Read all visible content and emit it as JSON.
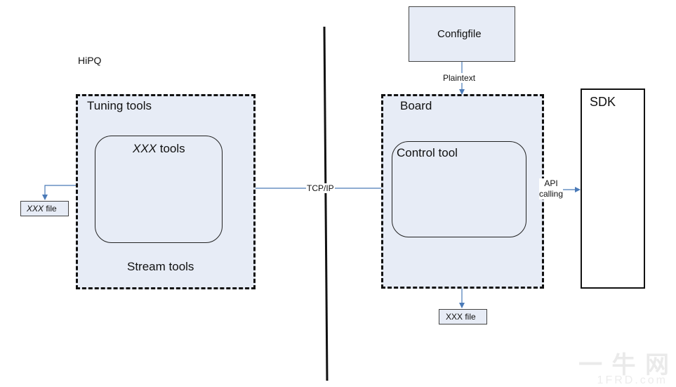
{
  "left_side": {
    "hipq_label": "HiPQ",
    "tuning_box": {
      "title": "Tuning tools",
      "inner_title_italic": "XXX",
      "inner_title_rest": " tools",
      "footer": "Stream tools"
    },
    "file_box": {
      "italic": "XXX",
      "rest": " file"
    }
  },
  "right_side": {
    "config_box": {
      "label": "Configfile"
    },
    "plaintext_label": "Plaintext",
    "board_box": {
      "title": "Board",
      "inner_title": "Control tool"
    },
    "file_box": {
      "label": "XXX file"
    },
    "api_label": "API\ncalling",
    "sdk_box": {
      "label": "SDK"
    }
  },
  "connection_label": "TCP/IP",
  "watermark": {
    "main": "一 牛 网",
    "sub": "1FRD.com"
  },
  "colors": {
    "box_fill": "#e7ecf6",
    "arrow": "#4a7ab8",
    "divider": "#111111"
  }
}
